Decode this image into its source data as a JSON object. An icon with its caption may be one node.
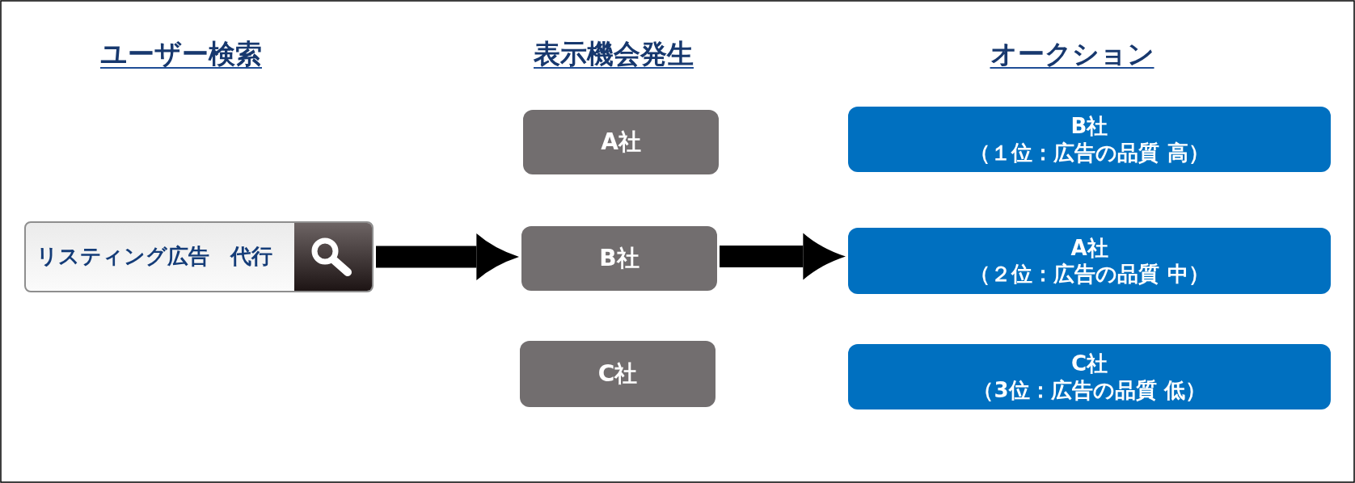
{
  "diagram": {
    "nodes": [
      {
        "text": [
          "リスティング広告　代行"
        ]
      },
      {
        "text": [
          "A社"
        ]
      },
      {
        "text": [
          "B社"
        ]
      },
      {
        "text": [
          "C社"
        ]
      },
      {
        "text": [
          "B社",
          "（１位：広告の品質 高）"
        ]
      },
      {
        "text": [
          "A社",
          "（２位：広告の品質 中）"
        ]
      },
      {
        "text": [
          "C社",
          "（3位：広告の品質 低）"
        ]
      }
    ],
    "edges": [
      {
        "from": 0,
        "to": 2,
        "arrow": "to"
      },
      {
        "from": 2,
        "to": 5,
        "arrow": "to"
      }
    ],
    "labels": [
      "ユーザー検索",
      "表示機会発生",
      "オークション"
    ]
  }
}
